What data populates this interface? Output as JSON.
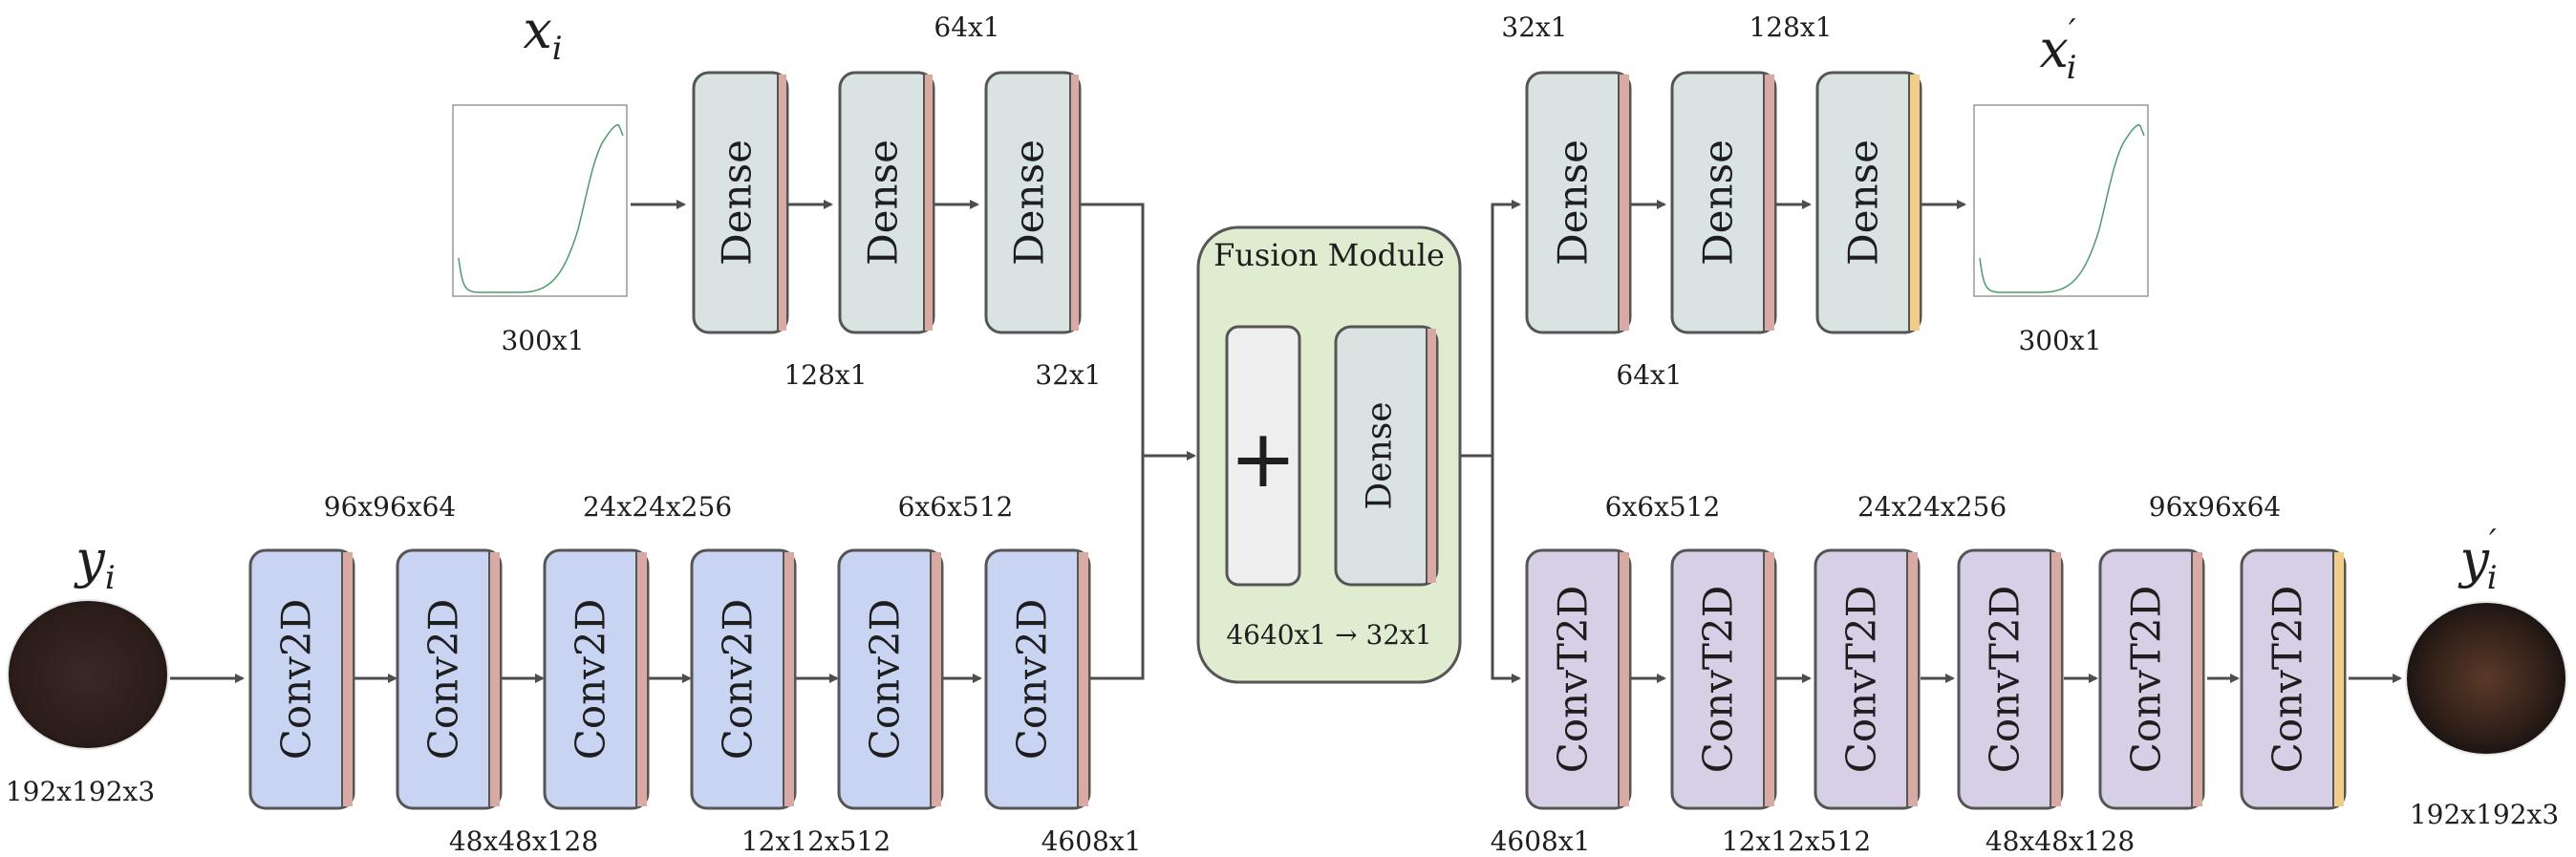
{
  "colors": {
    "dense_fill": "#d8e3e2",
    "conv_fill": "#c8d4f2",
    "convt_fill": "#d7cfe6",
    "fusion_fill": "#e0ecd0",
    "plus_fill": "#eeeeee",
    "activation_relu": "#d9aaa4",
    "activation_output": "#f2cd8a",
    "block_stroke": "#555555",
    "curve": "#4e9a6a",
    "particle": "#2a1c18"
  },
  "encoder_1d": {
    "input_var": "x",
    "input_sub": "i",
    "input_dim": "300x1",
    "blocks": [
      {
        "label": "Dense"
      },
      {
        "label": "Dense"
      },
      {
        "label": "Dense"
      }
    ],
    "dims": [
      "128x1",
      "64x1",
      "32x1"
    ]
  },
  "encoder_2d": {
    "input_var": "y",
    "input_sub": "i",
    "input_dim": "192x192x3",
    "blocks": [
      {
        "label": "Conv2D"
      },
      {
        "label": "Conv2D"
      },
      {
        "label": "Conv2D"
      },
      {
        "label": "Conv2D"
      },
      {
        "label": "Conv2D"
      },
      {
        "label": "Conv2D"
      }
    ],
    "dims": [
      "96x96x64",
      "48x48x128",
      "24x24x256",
      "12x12x512",
      "6x6x512",
      "4608x1"
    ]
  },
  "fusion": {
    "title": "Fusion Module",
    "plus_symbol": "+",
    "dense_label": "Dense",
    "dim": "4640x1 → 32x1"
  },
  "decoder_1d": {
    "output_var": "x",
    "output_sub": "i",
    "output_prime": "′",
    "output_dim": "300x1",
    "blocks": [
      {
        "label": "Dense"
      },
      {
        "label": "Dense"
      },
      {
        "label": "Dense"
      }
    ],
    "dims": [
      "32x1",
      "64x1",
      "128x1"
    ]
  },
  "decoder_2d": {
    "output_var": "y",
    "output_sub": "i",
    "output_prime": "′",
    "output_dim": "192x192x3",
    "blocks": [
      {
        "label": "ConvT2D"
      },
      {
        "label": "ConvT2D"
      },
      {
        "label": "ConvT2D"
      },
      {
        "label": "ConvT2D"
      },
      {
        "label": "ConvT2D"
      },
      {
        "label": "ConvT2D"
      }
    ],
    "dims": [
      "4608x1",
      "6x6x512",
      "12x12x512",
      "24x24x256",
      "48x48x128",
      "96x96x64"
    ]
  }
}
